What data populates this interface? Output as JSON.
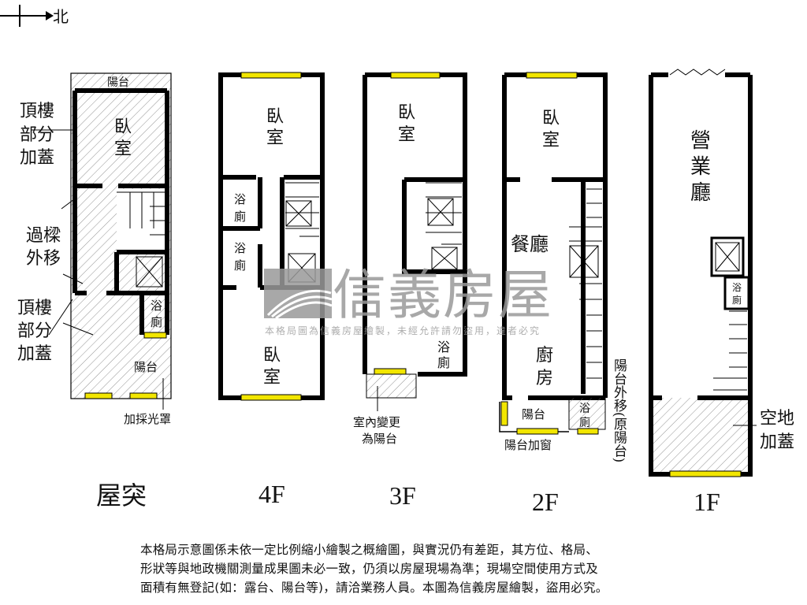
{
  "north": {
    "label": "北"
  },
  "colors": {
    "wall": "#000000",
    "window": "#f2e600",
    "watermark": "#9a9a9a"
  },
  "floors": [
    {
      "name": "屋突",
      "rooms": [
        "陽台",
        "臥",
        "室",
        "浴",
        "廁",
        "陽台"
      ],
      "annotations": [
        [
          "頂樓",
          "部分",
          "加蓋"
        ],
        [
          "過樑",
          "外移"
        ],
        [
          "頂樓",
          "部分",
          "加蓋"
        ],
        "加採光罩"
      ]
    },
    {
      "name": "4F",
      "rooms": [
        "臥",
        "室",
        "浴",
        "廁",
        "浴",
        "廁",
        "臥",
        "室"
      ]
    },
    {
      "name": "3F",
      "rooms": [
        "臥",
        "室",
        "浴",
        "廁"
      ],
      "annotations": [
        "室內變更",
        "為陽台"
      ]
    },
    {
      "name": "2F",
      "rooms": [
        "臥",
        "室",
        "餐廳",
        "廚",
        "房",
        "陽台",
        "浴",
        "廁"
      ],
      "annotations": [
        "陽台加窗",
        "陽台外移(原陽台)"
      ]
    },
    {
      "name": "1F",
      "rooms": [
        "營",
        "業",
        "廳",
        "浴",
        "廁"
      ],
      "annotations": [
        "空地",
        "加蓋"
      ]
    }
  ],
  "watermark": {
    "brand": "信義房屋",
    "notice": "本格局圖為信義房屋繪製，未經允許請勿盜用，違者必究"
  },
  "disclaimer": [
    "本格局示意圖係未依一定比例縮小繪製之概繪圖，與實況仍有差距，其方位、格局、",
    "形狀等與地政機關測量成果圖未必一致，仍須以房屋現場為準；現場空間使用方式及",
    "面積有無登記(如：露台、陽台等)，請洽業務人員。本圖為信義房屋繪製，盜用必究。"
  ]
}
